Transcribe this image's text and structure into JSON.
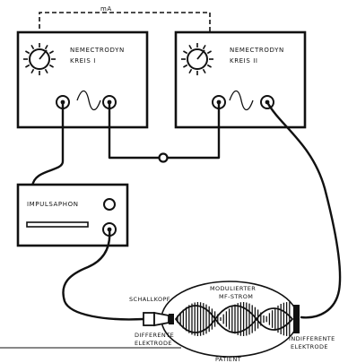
{
  "milliammeter": {
    "label": "mA"
  },
  "circuit_1": {
    "line1": "NEMECTRODYN",
    "line2": "KREIS  I"
  },
  "circuit_2": {
    "line1": "NEMECTRODYN",
    "line2": "KREIS  II"
  },
  "impulse_unit": {
    "label": "IMPULSAPHON"
  },
  "annotations": {
    "sound_head": "SCHALLKOPF",
    "modulated_current_1": "MODULIERTER",
    "modulated_current_2": "MF-STROM",
    "differential_electrode_1": "DIFFERENTE",
    "differential_electrode_2": "ELEKTRODE",
    "indifferent_electrode_1": "INDIFFERENTE",
    "indifferent_electrode_2": "ELEKTRODE",
    "patient": "PATIENT"
  }
}
